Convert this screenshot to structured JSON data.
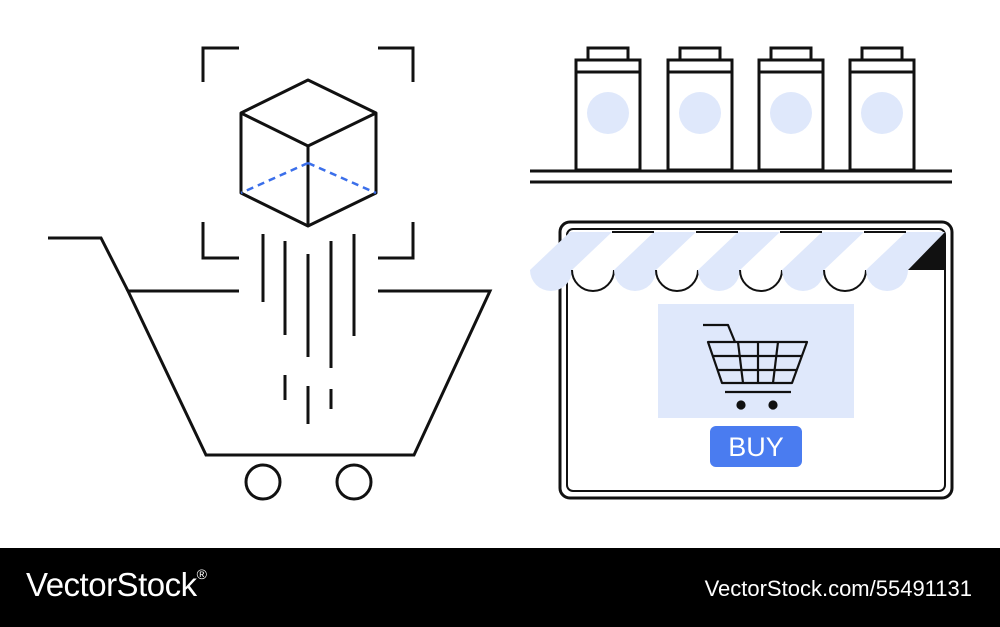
{
  "illustration": {
    "buy_label": "BUY",
    "colors": {
      "stroke": "#111111",
      "accent_blue": "#3b6fea",
      "light_blue": "#dfe8fb",
      "button_blue": "#4a7cf0",
      "button_text": "#ffffff"
    },
    "icons": [
      "shopping-cart-icon",
      "cube-icon",
      "focus-frame-icon",
      "jar-icon",
      "shop-awning-icon",
      "small-cart-icon"
    ]
  },
  "footer": {
    "brand": "VectorStock",
    "brand_registered_mark": "®",
    "image_id": "VectorStock.com/55491131"
  }
}
